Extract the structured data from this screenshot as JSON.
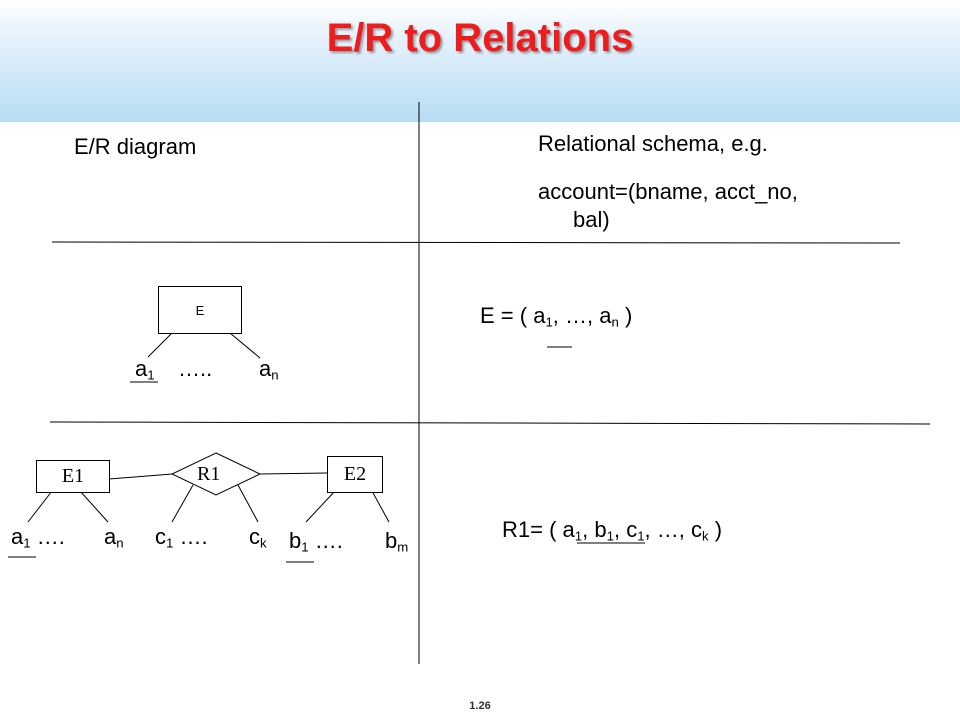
{
  "title": "E/R to Relations",
  "left_heading": "E/R diagram",
  "right_heading": "Relational schema, e.g.",
  "example_line1": "account=(bname, acct_no,",
  "example_line2": "bal)",
  "entity_e": {
    "name": "E",
    "attr_first": "a",
    "attr_first_sub": "1",
    "dots": "…..",
    "attr_last": "a",
    "attr_last_sub": "n"
  },
  "schema_e": {
    "prefix": "E = ( ",
    "a1": "a",
    "a1_sub": "1",
    "mid": ",  …,  ",
    "an": "a",
    "an_sub": "n",
    "suffix": " )"
  },
  "relationship": {
    "e1": "E1",
    "r1": "R1",
    "e2": "E2",
    "a1": "a",
    "a1_sub": "1",
    "a_dots": " ….",
    "an": "a",
    "an_sub": "n",
    "c1": "c",
    "c1_sub": "1",
    "c_dots": " ….",
    "ck": "c",
    "ck_sub": "k",
    "b1": "b",
    "b1_sub": "1",
    "b_dots": " ….",
    "bm": "b",
    "bm_sub": "m"
  },
  "schema_r1": {
    "prefix": "R1= ( ",
    "a1": "a",
    "a1_sub": "1",
    "sep1": ", ",
    "b1": "b",
    "b1_sub": "1",
    "sep2": ", ",
    "c1": "c",
    "c1_sub": "1",
    "mid": ",   …,  ",
    "ck": "c",
    "ck_sub": "k",
    "suffix": " )"
  },
  "page_number": "1.26"
}
